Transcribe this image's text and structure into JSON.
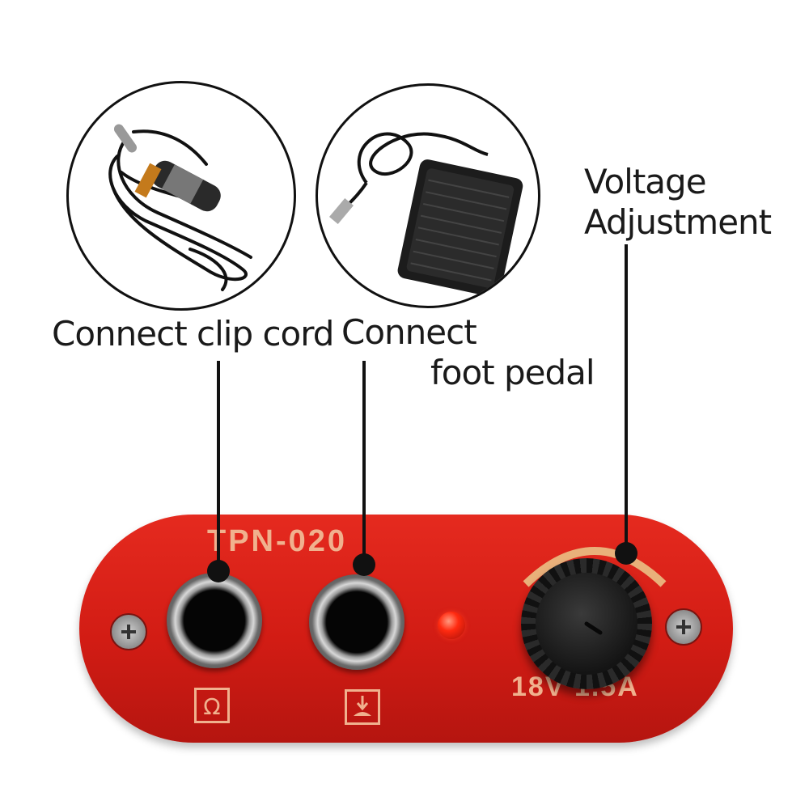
{
  "labels": {
    "clip_cord": "Connect clip cord",
    "pedal_line1": "Connect",
    "pedal_line2": "foot pedal",
    "voltage_line1": "Voltage",
    "voltage_line2": "Adjustment"
  },
  "device": {
    "model": "TPN-020",
    "rating": "18V 1.5A",
    "color": "#d21c14"
  }
}
